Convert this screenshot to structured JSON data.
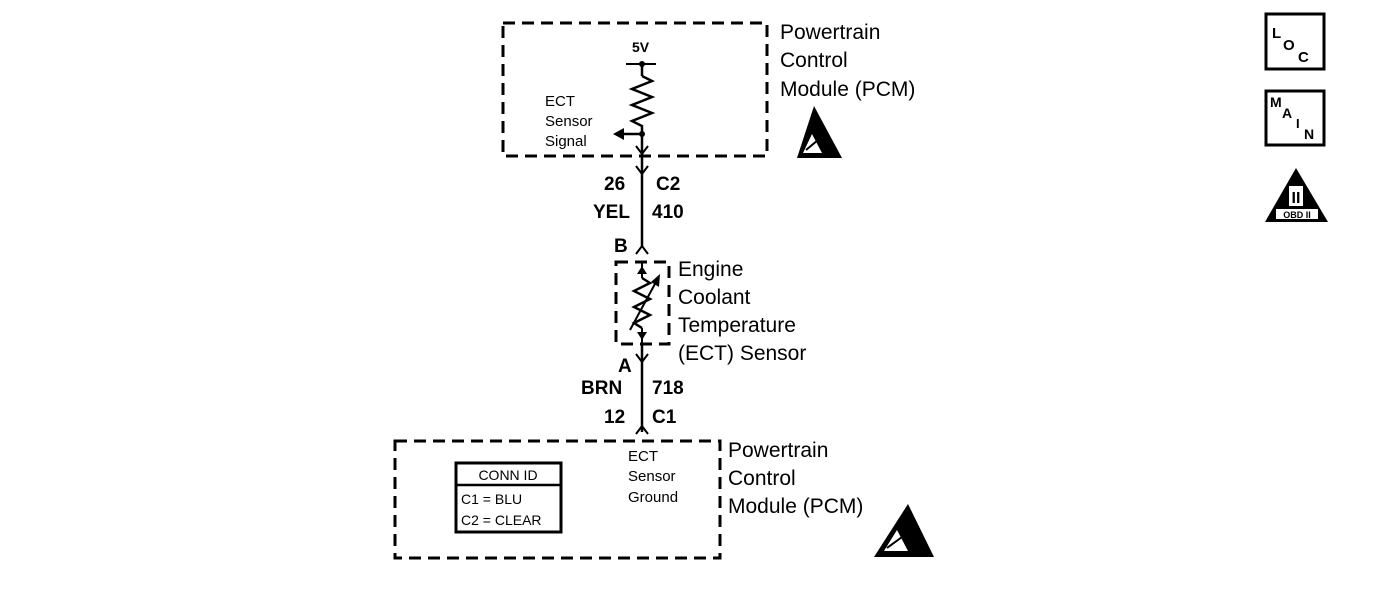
{
  "top_module": {
    "label_lines": [
      "Powertrain",
      "Control",
      "Module (PCM)"
    ],
    "supply": "5V",
    "signal_lines": [
      "ECT",
      "Sensor",
      "Signal"
    ]
  },
  "wire_top": {
    "pin": "26",
    "connector": "C2",
    "color": "YEL",
    "circuit": "410"
  },
  "sensor": {
    "pin_top": "B",
    "pin_bottom": "A",
    "label_lines": [
      "Engine",
      "Coolant",
      "Temperature",
      "(ECT) Sensor"
    ]
  },
  "wire_bottom": {
    "pin": "12",
    "connector": "C1",
    "color": "BRN",
    "circuit": "718"
  },
  "bottom_module": {
    "label_lines": [
      "Powertrain",
      "Control",
      "Module (PCM)"
    ],
    "ground_lines": [
      "ECT",
      "Sensor",
      "Ground"
    ],
    "conn_id": {
      "title": "CONN ID",
      "rows": [
        "C1 = BLU",
        "C2 = CLEAR"
      ]
    }
  },
  "side_icons": {
    "loc": [
      "L",
      "O",
      "C"
    ],
    "main": [
      "M",
      "A",
      "I",
      "N"
    ],
    "obd": "OBD II",
    "obd_numeral": "II"
  }
}
